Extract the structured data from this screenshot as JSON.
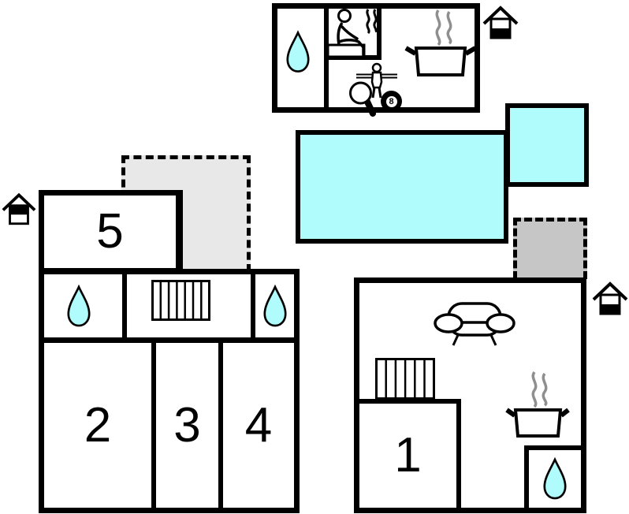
{
  "colors": {
    "wall": "#000000",
    "water": "#b0fbfc",
    "terrace_light": "#e8e8e8",
    "terrace_dark": "#c6c6c6",
    "steam_gray": "#8f8f8f"
  },
  "rooms": {
    "room1": "1",
    "room2": "2",
    "room3": "3",
    "room4": "4",
    "room5": "5"
  },
  "game": {
    "eight_ball": "8"
  },
  "icons": [
    "water-drop",
    "sauna-person",
    "cooking-pot-with-steam",
    "foosball-player",
    "table-tennis-paddle",
    "billiard-8-ball",
    "sofa",
    "radiator",
    "house-floor-indicator-upper",
    "house-floor-indicator-lower"
  ]
}
